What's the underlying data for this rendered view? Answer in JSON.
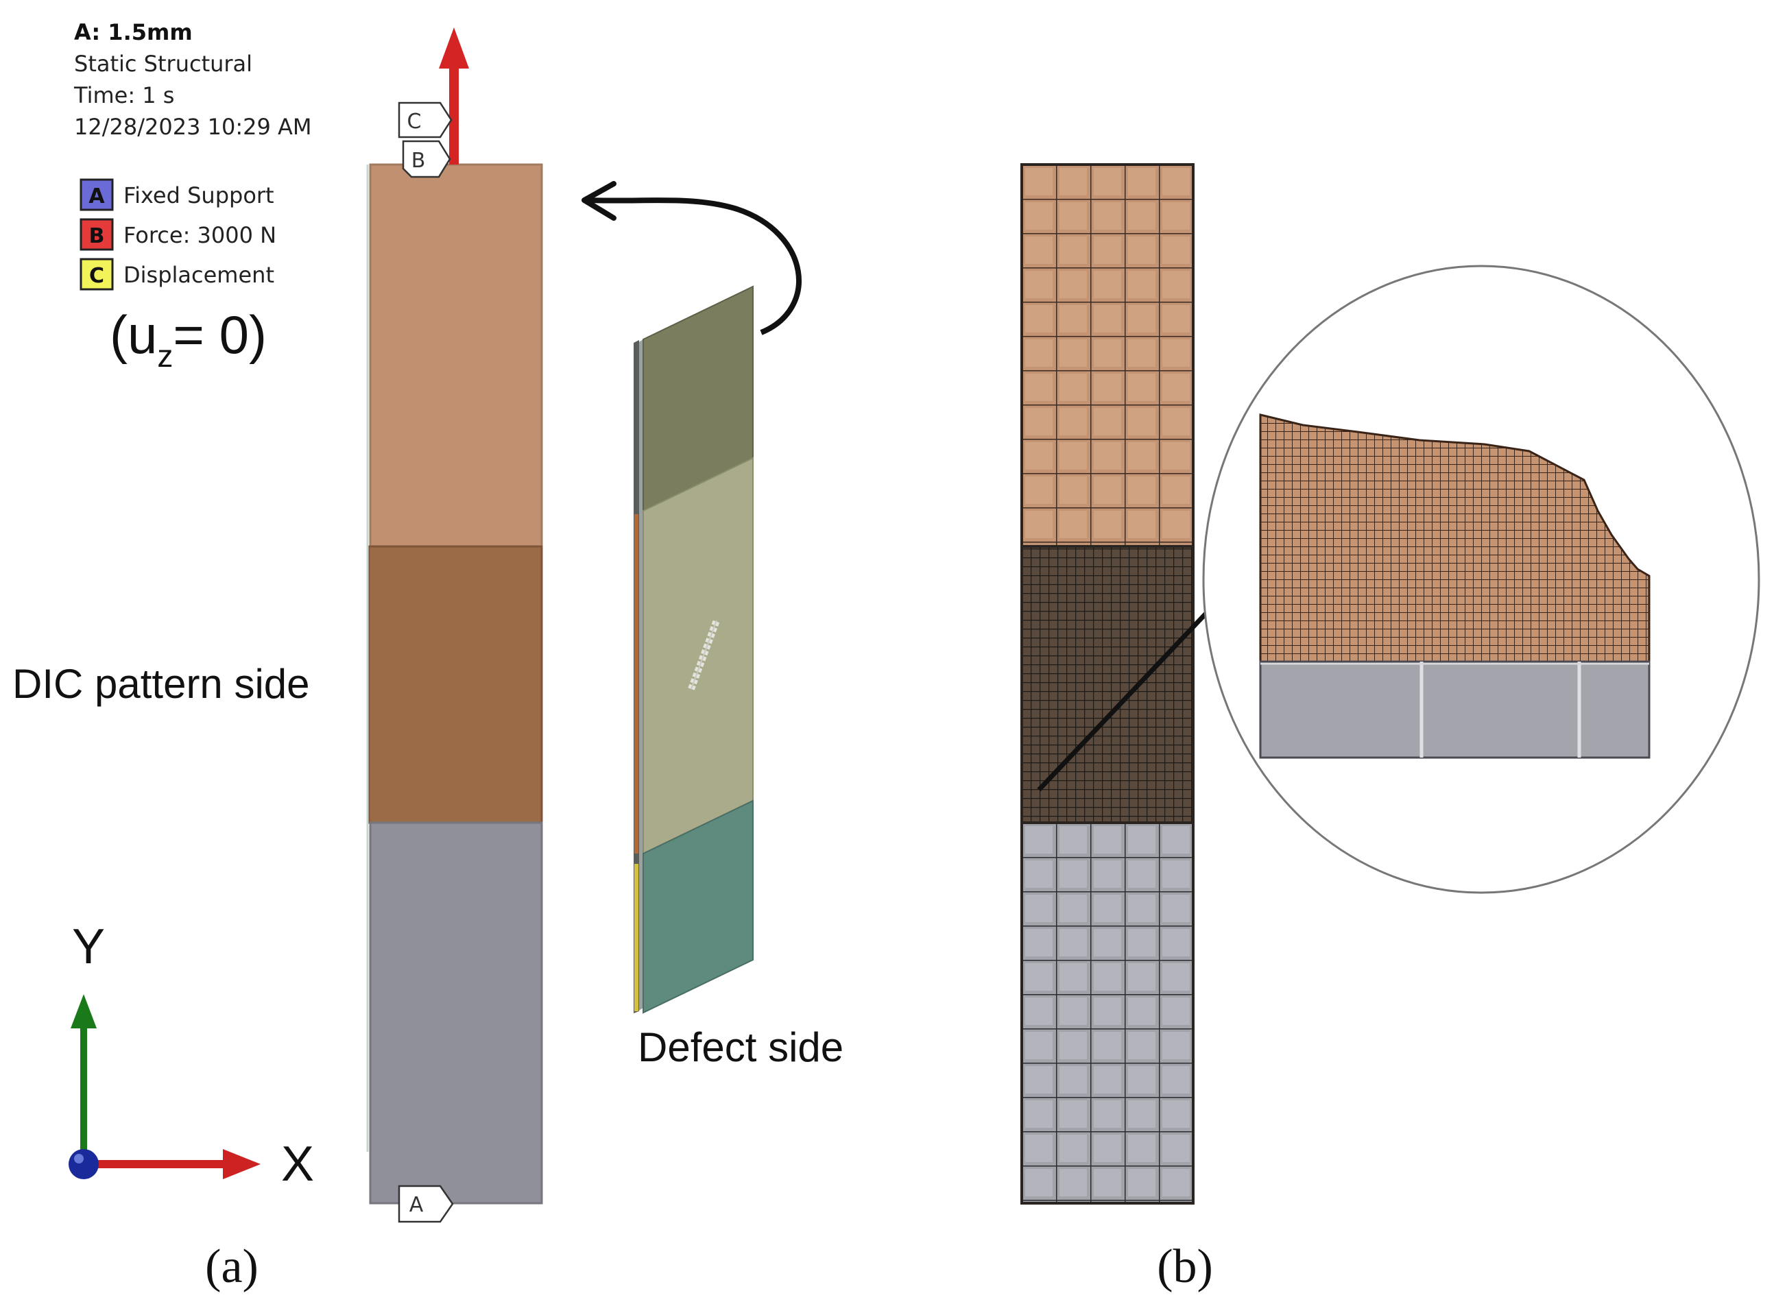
{
  "header": {
    "analysis_name": "A: 1.5mm",
    "analysis_type": "Static Structural",
    "time": "Time: 1 s",
    "timestamp": "12/28/2023 10:29 AM"
  },
  "legend": {
    "items": [
      {
        "tag": "A",
        "label": "Fixed Support",
        "color": "#6b6bd8"
      },
      {
        "tag": "B",
        "label": "Force: 3000 N",
        "color": "#e43a3a"
      },
      {
        "tag": "C",
        "label": "Displacement",
        "color": "#f2f25a"
      }
    ],
    "constraint": {
      "base": "(u",
      "sub": "z",
      "rest": "= 0)"
    }
  },
  "markers": {
    "top_c": "C",
    "top_b": "B",
    "bottom_a": "A"
  },
  "labels": {
    "dic_side": "DIC pattern side",
    "defect_side": "Defect side",
    "panel_a": "(a)",
    "panel_b": "(b)"
  },
  "axes": {
    "y": "Y",
    "x": "X"
  },
  "colors": {
    "top_grip": "#c09070",
    "gauge": "#9b6a47",
    "bottom_grip": "#90909a",
    "defect_top": "#7b7d5f",
    "defect_mid": "#a9ab8a",
    "defect_bottom": "#5f8b7f",
    "mesh_fine": "#3a3630",
    "force_arrow": "#d42424",
    "axis_y": "#1a7a1a",
    "axis_x": "#cc2222",
    "axis_origin": "#1a2a9a"
  }
}
